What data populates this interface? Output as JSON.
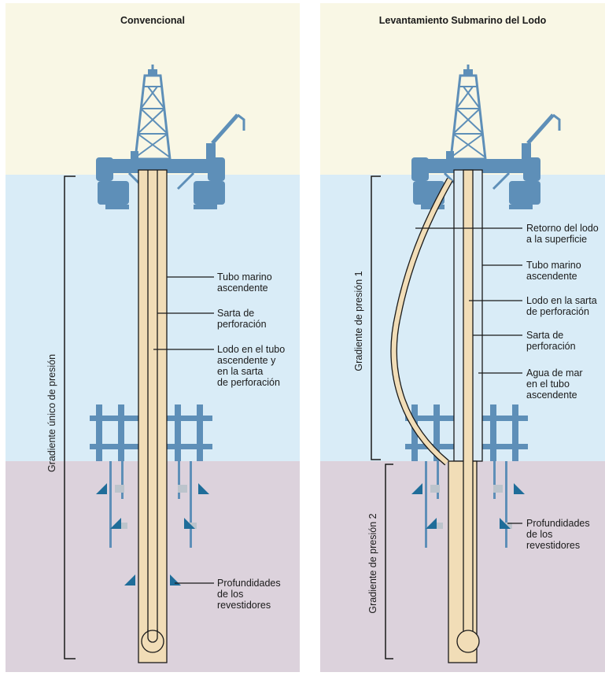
{
  "colors": {
    "sky": "#f9f7e5",
    "sea": "#d9ecf7",
    "seabed": "#dcd2dc",
    "structure": "#5e8fb8",
    "structure_dark": "#1f6d99",
    "pipe_fill": "#f1ddb7",
    "pipe_line": "#1a1a1a"
  },
  "left_panel": {
    "title": "Convencional",
    "bracket_label": "Gradiente único de presión",
    "labels": [
      [
        "Tubo marino",
        "ascendente"
      ],
      [
        "Sarta de",
        "perforación"
      ],
      [
        "Lodo en el tubo",
        "ascendente y",
        "en la sarta",
        "de perforación"
      ],
      [
        "Profundidades",
        "de los",
        "revestidores"
      ]
    ]
  },
  "right_panel": {
    "title": "Levantamiento Submarino del Lodo",
    "bracket_label_1": "Gradiente de presión 1",
    "bracket_label_2": "Gradiente de presión 2",
    "labels": [
      [
        "Retorno del lodo",
        "a la superficie"
      ],
      [
        "Tubo marino",
        "ascendente"
      ],
      [
        "Lodo en la sarta",
        "de perforación"
      ],
      [
        "Sarta de",
        "perforación"
      ],
      [
        "Agua de mar",
        "en el tubo",
        "ascendente"
      ],
      [
        "Profundidades",
        "de los",
        "revestidores"
      ]
    ]
  }
}
